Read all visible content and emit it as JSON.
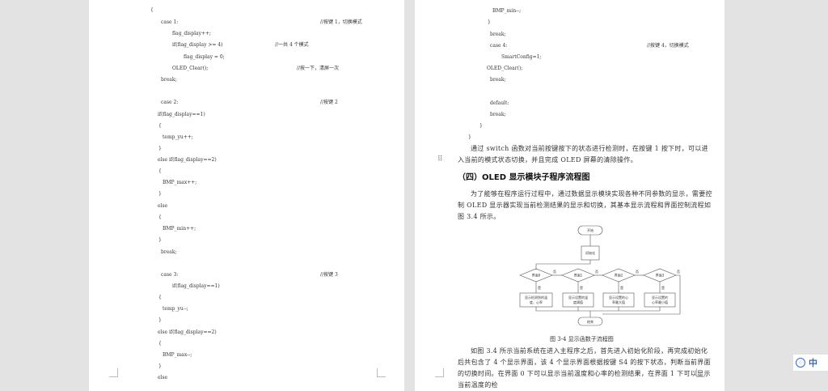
{
  "left_page": {
    "code_lines": [
      "{",
      "case 1:",
      "//按键 1，切换模式",
      "flag_display++;",
      "if(flag_display >= 4)",
      "//一共 4 个模式",
      "flag_display = 0;",
      "OLED_Clear();",
      "//按一下，清屏一次",
      "break;",
      "case 2:",
      "//按键 2",
      "if(flag_display==1)",
      "{",
      "temp_yu++;",
      "}",
      "else if(flag_display==2)",
      "{",
      "BMP_max++;",
      "}",
      "else",
      "{",
      "BMP_min++;",
      "}",
      "break;",
      "case 3:",
      "//按键 3",
      "if(flag_display==1)",
      "{",
      "temp_yu--;",
      "}",
      "else if(flag_display==2)",
      "{",
      "BMP_max--;",
      "}",
      "else"
    ]
  },
  "right_page": {
    "code_lines": [
      "BMP_min--;",
      "}",
      "break;",
      "case 4:",
      "//按键 4，切换模式",
      "SmartConfig=1;",
      "OLED_Clear();",
      "break;",
      "default:",
      "break;",
      "}",
      "}"
    ],
    "paragraph_1": "通过 switch 函数对当前按键按下的状态进行检测时，在按键 1 按下时，可以进入当前的模式状态切换，并且完成 OLED 屏幕的清除操作。",
    "heading": "（四）OLED 显示模块子程序流程图",
    "paragraph_2": "为了能够在程序运行过程中，通过数据显示模块实现各种不同参数的显示，需要控制 OLED 显示器实现当前检测结果的显示和切换，其基本显示流程和界面控制流程如图 3.4 所示。",
    "flowchart": {
      "start": "开始",
      "init": "初始化",
      "decisions": [
        "界面0",
        "界面1",
        "界面2",
        "界面3"
      ],
      "yes": "是",
      "no": "否",
      "actions": [
        [
          "显示检测到的温",
          "度、心率"
        ],
        [
          "显示设置的温",
          "度阈值"
        ],
        [
          "显示设置的心",
          "率最大值"
        ],
        [
          "显示设置的",
          "心率最小值"
        ]
      ],
      "end": "结束"
    },
    "caption": "图 3-4   显示函数子流程图",
    "paragraph_3": "如图 3.4 所示当前系统在进入主程序之后，首先进入初始化阶段，再完成初始化后共包含了 4 个显示界面，该 4 个显示界面根据按键 S4 的按下状态，判断当前界面的切换时间。在界面 0 下可以显示当前温度和心率的检测结果，在界面 1 下可以显示当前温度的检"
  },
  "ime": {
    "label": "中",
    "icon": "ime-icon"
  }
}
